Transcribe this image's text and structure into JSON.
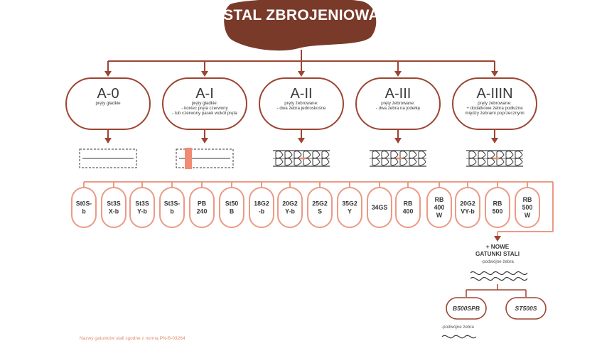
{
  "title": "STAL ZBROJENIOWA",
  "colors": {
    "title_blob": "#7a3a2a",
    "box_stroke": "#9c4532",
    "grade_stroke": "#eb9a85",
    "accent": "#f08c74",
    "text": "#3a3a3a"
  },
  "classes": [
    {
      "name": "A-0",
      "desc": [
        "pręty gładkie"
      ],
      "icon": "plain-rebar-icon",
      "grades": []
    },
    {
      "name": "A-I",
      "desc": [
        "pręty gładkie:",
        "- koniec pręta czerwony",
        "- lub czerwony pasek wokół pręta"
      ],
      "icon": "plain-rebar-red-band-icon",
      "grades": []
    },
    {
      "name": "A-II",
      "desc": [
        "pręty żebrowane:",
        "- dwa żebra jednoskośne"
      ],
      "icon": "ribbed-rebar-icon",
      "grades": []
    },
    {
      "name": "A-III",
      "desc": [
        "pręty żebrowane:",
        "- dwa żebra na jodełkę"
      ],
      "icon": "herringbone-rebar-icon",
      "grades": []
    },
    {
      "name": "A-IIIN",
      "desc": [
        "pręty żebrowane:",
        "+ dodatkowe żebra podłużne",
        "między żebrami poprzecznymi"
      ],
      "icon": "ribbed-longitudinal-rebar-icon",
      "grades": []
    }
  ],
  "grades": [
    [
      "St0S-",
      "b"
    ],
    [
      "St3S",
      "X-b"
    ],
    [
      "St3S",
      "Y-b"
    ],
    [
      "St3S-",
      "b"
    ],
    [
      "PB",
      "240"
    ],
    [
      "St50",
      "B"
    ],
    [
      "18G2",
      "-b"
    ],
    [
      "20G2",
      "Y-b"
    ],
    [
      "25G2",
      "S"
    ],
    [
      "35G2",
      "Y"
    ],
    [
      "34GS"
    ],
    [
      "RB",
      "400"
    ],
    [
      "RB",
      "400",
      "W"
    ],
    [
      "20G2",
      "VY-b"
    ],
    [
      "RB",
      "500"
    ],
    [
      "RB",
      "500",
      "W"
    ]
  ],
  "new_grades": {
    "heading": [
      "+ NOWE",
      "GATUNKI STALI"
    ],
    "sub": "-podwójne żebra",
    "items": [
      "B500SPB",
      "ST500S"
    ],
    "sub2": "-podwójne żebra"
  },
  "footer": "Nazwy gatunków stali zgodne z normą PN-B-03264"
}
